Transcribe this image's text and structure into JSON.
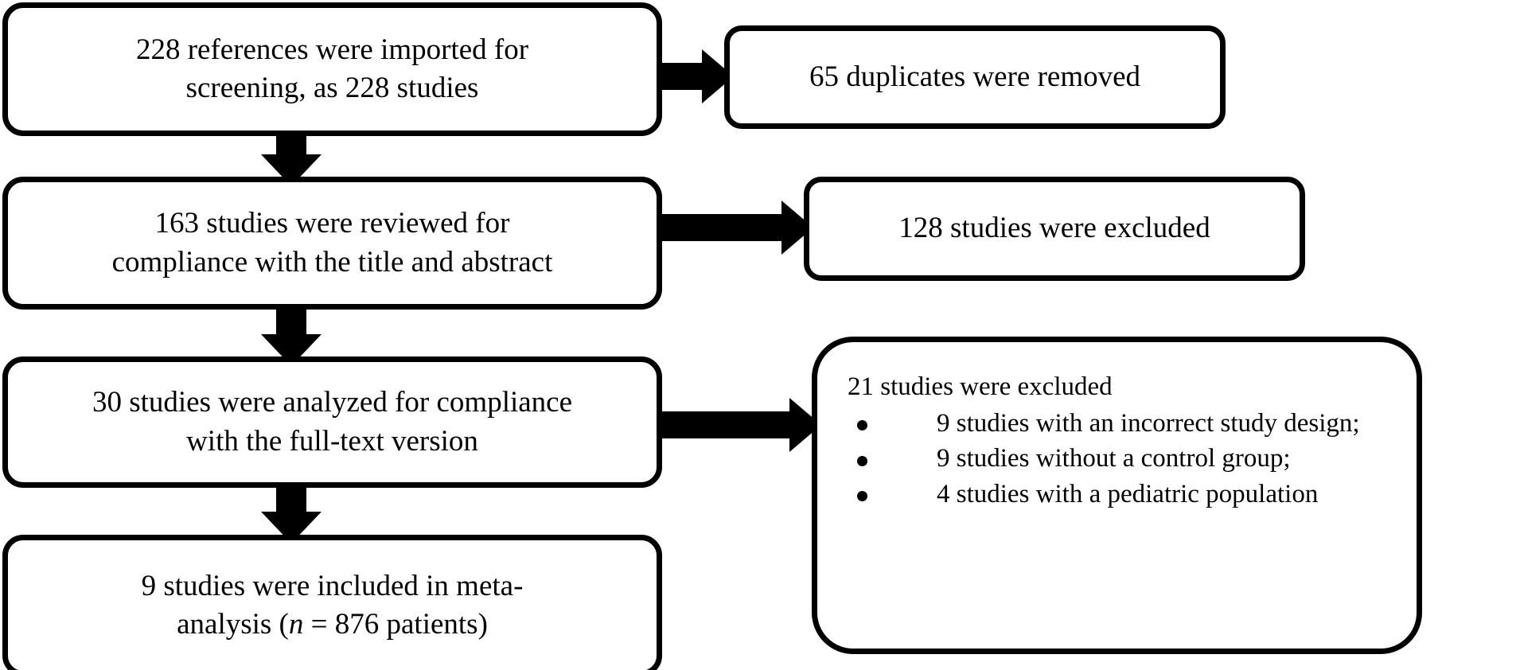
{
  "diagram": {
    "type": "prisma-flow-diagram",
    "colors": {
      "border": "#000000",
      "fill": "#ffffff",
      "text": "#000000",
      "arrow": "#000000"
    },
    "nodes": {
      "imported": {
        "line1": "228 references were imported for",
        "line2": "screening, as 228 studies"
      },
      "duplicates": {
        "line1": "65 duplicates were removed"
      },
      "screened": {
        "line1": "163 studies were reviewed for",
        "line2": "compliance with the title and abstract"
      },
      "excluded_title_abstract": {
        "line1": "128 studies were excluded"
      },
      "fulltext": {
        "line1": "30 studies were analyzed for compliance",
        "line2": "with the full-text version"
      },
      "excluded_fulltext": {
        "heading": "21 studies were excluded",
        "bullets": [
          "9 studies with an incorrect study design;",
          "9 studies without a control group;",
          "4 studies with a pediatric population"
        ]
      },
      "included": {
        "line1": "9 studies were included in meta-",
        "line2_pre": "analysis (",
        "line2_italic": "n",
        "line2_post": " = 876 patients)"
      }
    },
    "counts": {
      "references_imported": 228,
      "studies_imported": 228,
      "duplicates_removed": 65,
      "studies_screened": 163,
      "excluded_title_abstract": 128,
      "fulltext_assessed": 30,
      "excluded_fulltext_total": 21,
      "excluded_incorrect_design": 9,
      "excluded_no_control_group": 9,
      "excluded_pediatric": 4,
      "studies_included": 9,
      "patients_included": 876
    }
  }
}
